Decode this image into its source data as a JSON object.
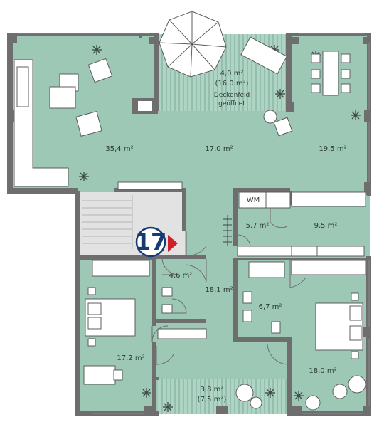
{
  "unit_number": "17",
  "colors": {
    "floor": "#9cc8b5",
    "stair": "#e2e2e2",
    "wall": "#6e6e6e",
    "badge": "#163a73",
    "arrow": "#d0202a"
  },
  "rooms": {
    "living_left": "35,4 m²",
    "living_mid": "17,0 m²",
    "dining": "19,5 m²",
    "loggia_top_area": "4,0 m²",
    "loggia_top_area_alt": "(16,0 m²)",
    "loggia_top_note_1": "Deckenfeld",
    "loggia_top_note_2": "geöffnet",
    "wm_room": "5,7 m²",
    "kitchen": "9,5 m²",
    "wc": "4,6 m²",
    "hall": "18,1 m²",
    "bath": "6,7 m²",
    "bedroom_left": "17,2 m²",
    "bedroom_right": "18,0 m²",
    "loggia_bottom_area": "3,8 m²",
    "loggia_bottom_area_alt": "(7,5 m²)"
  },
  "labels": {
    "wm": "WM"
  }
}
